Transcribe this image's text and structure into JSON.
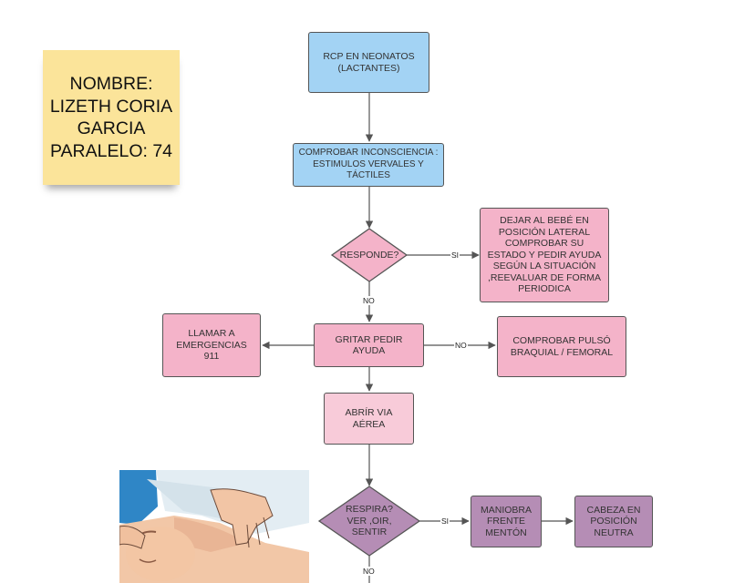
{
  "sticky_note": {
    "text": "NOMBRE:\nLIZETH CORIA\nGARCIA\nPARALELO: 74"
  },
  "nodes": {
    "start": "RCP EN NEONATOS\n(LACTANTES)",
    "check": "COMPROBAR INCONSCIENCIA :\nESTIMULOS VERVALES Y\nTÁCTILES",
    "responde": "RESPONDE?",
    "lateral": "DEJAR AL BEBÉ EN\nPOSICIÓN LATERAL\nCOMPROBAR SU\nESTADO Y PEDIR AYUDA\nSEGÚN LA SITUACIÓN\n,REEVALUAR DE FORMA\nPERIODICA",
    "gritar": "GRITAR PEDIR\nAYUDA",
    "llamar": "LLAMAR A\nEMERGENCIAS\n911",
    "pulso": "COMPROBAR PULSÓ\nBRAQUIAL / FEMORAL",
    "via": "ABRÍR VIA\nAÉREA",
    "respira": "RESPIRA?\nVER ,OIR,\nSENTIR",
    "maniobra": "MANIOBRA\nFRENTE\nMENTÓN",
    "cabeza": "CABEZA EN\nPOSICIÓN\nNEUTRA"
  },
  "edge_labels": {
    "si_responde": "SI",
    "no_responde": "NO",
    "no_gritar": "NO",
    "si_respira": "SI",
    "no_respira": "NO"
  },
  "colors": {
    "blue": "#a3d3f4",
    "pink": "#f4b3c9",
    "light_pink": "#f8cbd9",
    "purple": "#b58db5",
    "sticky": "#fbe49a"
  }
}
